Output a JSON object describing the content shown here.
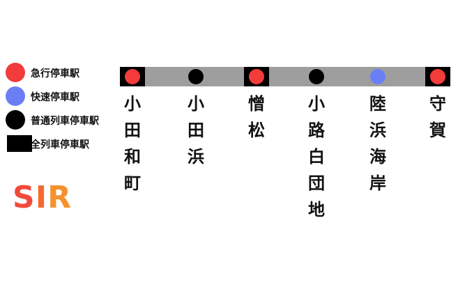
{
  "colors": {
    "express": "#f23b3b",
    "rapid": "#6b7ff5",
    "local": "#000000",
    "track": "#9e9e9e",
    "logo_s": "#f24a3a",
    "logo_i": "#f46a2f",
    "logo_r": "#f5922e"
  },
  "legend": [
    {
      "label": "急行停車駅",
      "marker": "circle",
      "color": "#f23b3b"
    },
    {
      "label": "快速停車駅",
      "marker": "circle",
      "color": "#6b7ff5"
    },
    {
      "label": "普通列車停車駅",
      "marker": "circle",
      "color": "#000000"
    },
    {
      "label": "全列車停車駅",
      "marker": "square",
      "color": "#000000"
    }
  ],
  "logo": {
    "s": "S",
    "i": "I",
    "r": "R"
  },
  "stations": [
    {
      "name": "小田和町",
      "dot": "express",
      "all_stop": true
    },
    {
      "name": "小田浜",
      "dot": "local",
      "all_stop": false
    },
    {
      "name": "憎松",
      "dot": "express",
      "all_stop": true
    },
    {
      "name": "小路白団地",
      "dot": "local",
      "all_stop": false
    },
    {
      "name": "陸浜海岸",
      "dot": "rapid",
      "all_stop": false
    },
    {
      "name": "守賀",
      "dot": "express",
      "all_stop": true
    }
  ]
}
